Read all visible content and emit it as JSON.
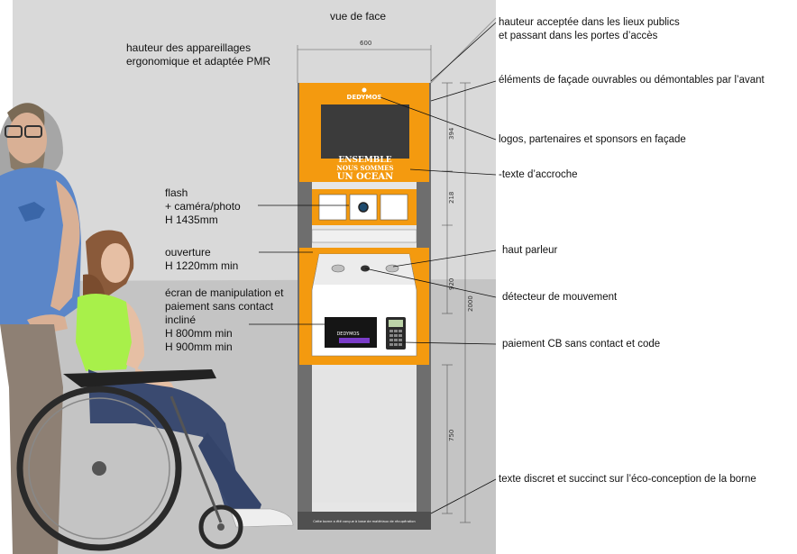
{
  "title": "vue de face",
  "left_labels": {
    "ergonomics": "hauteur des appareillages\nergonomique et adaptée PMR",
    "flash": "flash\n+ caméra/photo\nH 1435mm",
    "opening": "ouverture\nH 1220mm min",
    "screen": "écran de manipulation et\npaiement sans contact\nincliné\nH 800mm min\nH 900mm min"
  },
  "right_labels": {
    "height": "hauteur acceptée dans les lieux publics\net passant dans les portes d’accès",
    "facade": "éléments de façade ouvrables ou démontables par l’avant",
    "logos": "logos, partenaires et sponsors en façade",
    "tagline": "-texte d’accroche",
    "speaker": "haut parleur",
    "motion": "détecteur de mouvement",
    "payment": "paiement CB sans contact et code",
    "eco": "texte discret et succinct sur l’éco-conception de la borne"
  },
  "dimensions": {
    "width": "600",
    "top_panel": "394",
    "flash_panel": "218",
    "middle": "920",
    "total": "2000",
    "base": "750"
  },
  "kiosk": {
    "brand": "DEDYMOS",
    "slogan_line1": "ENSEMBLE",
    "slogan_line2": "NOUS SOMMES",
    "slogan_line3": "UN OCEAN",
    "footer_text": "Cette borne a été conçue à base de matériaux de récupération"
  },
  "colors": {
    "orange": "#f49a0f",
    "frame": "#6e6e6e",
    "screen": "#3b3b3b",
    "background": "#d9d9d9",
    "floor": "#c6c6c6"
  }
}
